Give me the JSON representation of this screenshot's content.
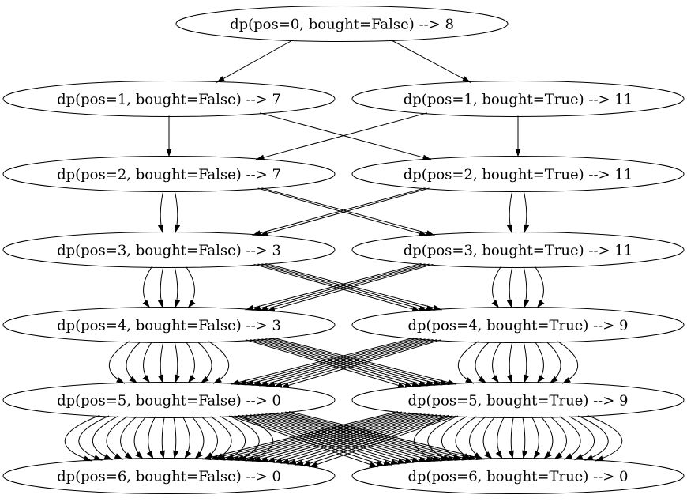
{
  "colors": {
    "background": "#ffffff",
    "node_fill": "#ffffff",
    "node_stroke": "#000000",
    "edge_color": "#000000",
    "text_color": "#000000"
  },
  "graph": {
    "type": "directed-call-graph",
    "description": "dp memoization recursion graph",
    "nodes": [
      {
        "id": "p0F",
        "row": 0,
        "col": "center",
        "label": "dp(pos=0, bought=False) --> 8"
      },
      {
        "id": "p1F",
        "row": 1,
        "col": "left",
        "label": "dp(pos=1, bought=False) --> 7"
      },
      {
        "id": "p1T",
        "row": 1,
        "col": "right",
        "label": "dp(pos=1, bought=True) --> 11"
      },
      {
        "id": "p2F",
        "row": 2,
        "col": "left",
        "label": "dp(pos=2, bought=False) --> 7"
      },
      {
        "id": "p2T",
        "row": 2,
        "col": "right",
        "label": "dp(pos=2, bought=True) --> 11"
      },
      {
        "id": "p3F",
        "row": 3,
        "col": "left",
        "label": "dp(pos=3, bought=False) --> 3"
      },
      {
        "id": "p3T",
        "row": 3,
        "col": "right",
        "label": "dp(pos=3, bought=True) --> 11"
      },
      {
        "id": "p4F",
        "row": 4,
        "col": "left",
        "label": "dp(pos=4, bought=False) --> 3"
      },
      {
        "id": "p4T",
        "row": 4,
        "col": "right",
        "label": "dp(pos=4, bought=True) --> 9"
      },
      {
        "id": "p5F",
        "row": 5,
        "col": "left",
        "label": "dp(pos=5, bought=False) --> 0"
      },
      {
        "id": "p5T",
        "row": 5,
        "col": "right",
        "label": "dp(pos=5, bought=True) --> 9"
      },
      {
        "id": "p6F",
        "row": 6,
        "col": "left",
        "label": "dp(pos=6, bought=False) --> 0"
      },
      {
        "id": "p6T",
        "row": 6,
        "col": "right",
        "label": "dp(pos=6, bought=True) --> 0"
      }
    ],
    "edges": [
      {
        "from": "p0F",
        "to": "p1F",
        "count": 1
      },
      {
        "from": "p0F",
        "to": "p1T",
        "count": 1
      },
      {
        "from": "p1F",
        "to": "p2F",
        "count": 1
      },
      {
        "from": "p1F",
        "to": "p2T",
        "count": 1
      },
      {
        "from": "p1T",
        "to": "p2F",
        "count": 1
      },
      {
        "from": "p1T",
        "to": "p2T",
        "count": 1
      },
      {
        "from": "p2F",
        "to": "p3F",
        "count": 2
      },
      {
        "from": "p2F",
        "to": "p3T",
        "count": 2
      },
      {
        "from": "p2T",
        "to": "p3F",
        "count": 2
      },
      {
        "from": "p2T",
        "to": "p3T",
        "count": 2
      },
      {
        "from": "p3F",
        "to": "p4F",
        "count": 4
      },
      {
        "from": "p3F",
        "to": "p4T",
        "count": 4
      },
      {
        "from": "p3T",
        "to": "p4F",
        "count": 4
      },
      {
        "from": "p3T",
        "to": "p4T",
        "count": 4
      },
      {
        "from": "p4F",
        "to": "p5F",
        "count": 8
      },
      {
        "from": "p4F",
        "to": "p5T",
        "count": 8
      },
      {
        "from": "p4T",
        "to": "p5F",
        "count": 8
      },
      {
        "from": "p4T",
        "to": "p5T",
        "count": 8
      },
      {
        "from": "p5F",
        "to": "p6F",
        "count": 16
      },
      {
        "from": "p5F",
        "to": "p6T",
        "count": 16
      },
      {
        "from": "p5T",
        "to": "p6F",
        "count": 16
      },
      {
        "from": "p5T",
        "to": "p6T",
        "count": 16
      }
    ]
  }
}
